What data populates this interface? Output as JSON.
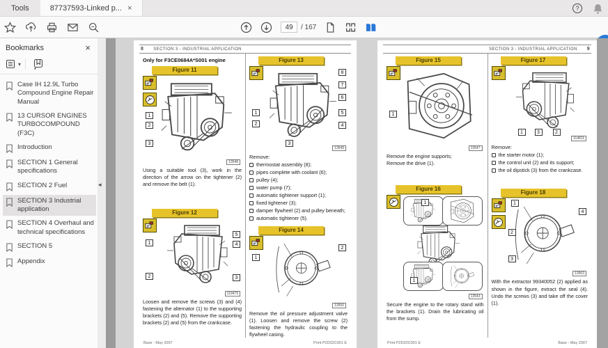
{
  "window": {
    "tab_tools": "Tools",
    "tab_document": "87737593-Linked p...",
    "tab_close_glyph": "×",
    "help_glyph": "?"
  },
  "toolbar": {
    "page_current": "49",
    "page_total": "/ 167"
  },
  "sidebar": {
    "title": "Bookmarks",
    "close_glyph": "×",
    "collapse_glyph": "◂",
    "items": [
      {
        "label": "Case IH 12.9L Turbo Compound Engine Repair Manual"
      },
      {
        "label": "13 CURSOR ENGINES TURBOCOMPOUND (F3C)"
      },
      {
        "label": "Introduction"
      },
      {
        "label": "SECTION 1 General specifications"
      },
      {
        "label": "SECTION 2 Fuel"
      },
      {
        "label": "SECTION 3 Industrial application"
      },
      {
        "label": "SECTION 4 Overhaul and technical specifications"
      },
      {
        "label": "SECTION 5"
      },
      {
        "label": "Appendix"
      }
    ]
  },
  "colors": {
    "accent_blue": "#2a79d8",
    "figure_yellow": "#e7c32b"
  },
  "left_page": {
    "page_number": "8",
    "header": "SECTION 3 - INDUSTRIAL APPLICATION",
    "only_for": "Only for F3CE0684A*S001 engine",
    "fig11": {
      "title": "Figure 11",
      "ref": "13548",
      "callouts": [
        "1",
        "2",
        "3"
      ],
      "caption": "Using a suitable tool (3), work in the direction of the arrow on the tightener (2) and remove the belt (1)."
    },
    "fig12": {
      "title": "Figure 12",
      "ref": "119479",
      "callouts": [
        "1",
        "2",
        "5",
        "4",
        "3"
      ],
      "caption": "Loosen and remove the screws (3) and (4) fastening the alternator (1) to the supporting brackets (2) and (5). Remove the supporting brackets (2) and (5) from the crankcase."
    },
    "fig13": {
      "title": "Figure 13",
      "ref": "13549",
      "callouts": [
        "8",
        "7",
        "6",
        "5",
        "4",
        "1",
        "2",
        "3"
      ],
      "remove_title": "Remove:",
      "items": [
        "thermostat assembly (8);",
        "pipes complete with coolant (6);",
        "pulley (4);",
        "water pump (7);",
        "automatic tightener support (1);",
        "fixed tightener (3);",
        "damper flywheel (2) and pulley beneath;",
        "automatic tightener (5)."
      ]
    },
    "fig14": {
      "title": "Figure 14",
      "ref": "13550",
      "callouts": [
        "1",
        "2"
      ],
      "caption": "Remove the oil pressure adjustment valve (1). Loosen and remove the screw (2) fastening the hydraulic coupling to the flywheel casing."
    },
    "footer_left": "Base - May 2007",
    "footer_right": "Print P2D32C001 E"
  },
  "right_page": {
    "page_number": "9",
    "header": "SECTION 3 - INDUSTRIAL APPLICATION",
    "fig15": {
      "title": "Figure 15",
      "ref": "13547",
      "callouts": [
        "1"
      ],
      "caption": "Remove the engine supports;\nRemove the drive (1)."
    },
    "fig16": {
      "title": "Figure 16",
      "ref": "13543",
      "callouts": [
        "1",
        "1"
      ],
      "caption": "Secure the engine to the rotary stand with the brackets (1). Drain the lubricating oil from the sump."
    },
    "fig17": {
      "title": "Figure 17",
      "ref": "114811",
      "callouts": [
        "1",
        "3",
        "2"
      ],
      "remove_title": "Remove:",
      "items": [
        "the starter motor (1);",
        "the control unit (2) and its support;",
        "the oil dipstick (3) from the crankcase."
      ]
    },
    "fig18": {
      "title": "Figure 18",
      "ref": "13563",
      "callouts": [
        "1",
        "4",
        "2",
        "3"
      ],
      "caption": "With the extractor 99340052 (2) applied as shown in the figure, extract the seal (4). Undo the screws (3) and take off the cover (1)."
    },
    "footer_left": "Print P2D32C001 E",
    "footer_right": "Base - May 2007"
  }
}
